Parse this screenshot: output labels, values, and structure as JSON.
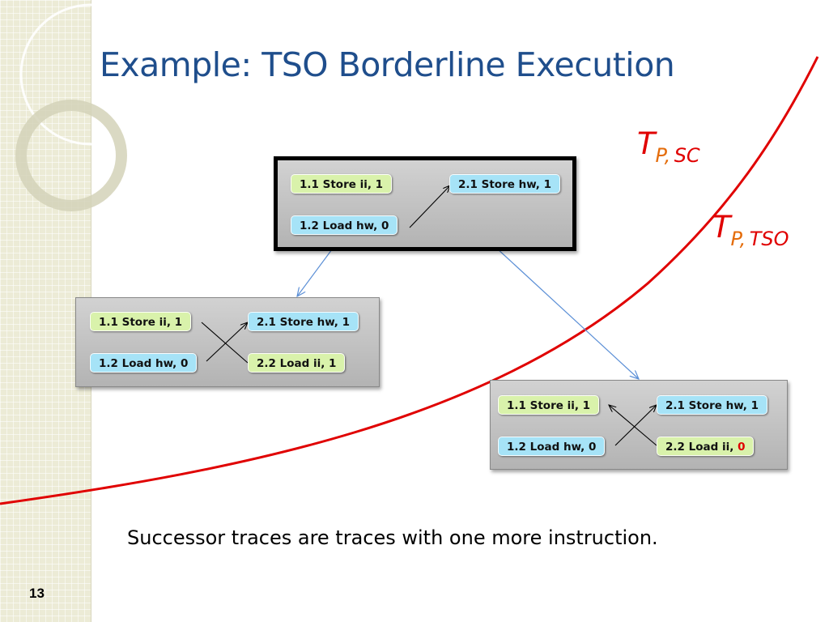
{
  "title": "Example: TSO Borderline Execution",
  "labels": {
    "sc": {
      "letter": "T",
      "sub_p": "P,",
      "sub_model": "SC"
    },
    "tso": {
      "letter": "T",
      "sub_p": "P,",
      "sub_model": "TSO"
    }
  },
  "traces": {
    "top": {
      "n11": "1.1 Store ii, 1",
      "n12": "1.2 Load hw, 0",
      "n21": "2.1 Store hw, 1"
    },
    "left": {
      "n11": "1.1 Store ii, 1",
      "n12": "1.2 Load hw, 0",
      "n21": "2.1 Store hw, 1",
      "n22": "2.2 Load ii, 1"
    },
    "right": {
      "n11": "1.1 Store ii, 1",
      "n12": "1.2 Load hw, 0",
      "n21": "2.1 Store hw, 1",
      "n22_prefix": "2.2 Load ii, ",
      "n22_value": "0"
    }
  },
  "caption": "Successor traces are traces with one more instruction.",
  "slide_number": "13",
  "colors": {
    "title": "#1f4e8c",
    "curve": "#e00000",
    "arrow": "#5b8fd6",
    "green_node": "#d9f2ab",
    "blue_node": "#a6e3f7",
    "subscript_p": "#e46c0a"
  }
}
